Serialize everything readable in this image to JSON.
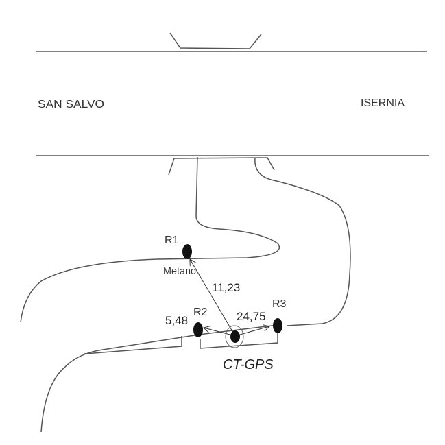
{
  "places": {
    "left_town": "SAN SALVO",
    "right_town": "ISERNIA"
  },
  "points": {
    "r1": {
      "label": "R1",
      "sublabel": "Metano"
    },
    "r2": {
      "label": "R2"
    },
    "r3": {
      "label": "R3"
    },
    "center": {
      "label": "CT-GPS"
    }
  },
  "distances": {
    "to_r1": "11,23",
    "to_r2": "5,48",
    "to_r3": "24,75"
  },
  "colors": {
    "line": "#555555",
    "point": "#111111"
  }
}
